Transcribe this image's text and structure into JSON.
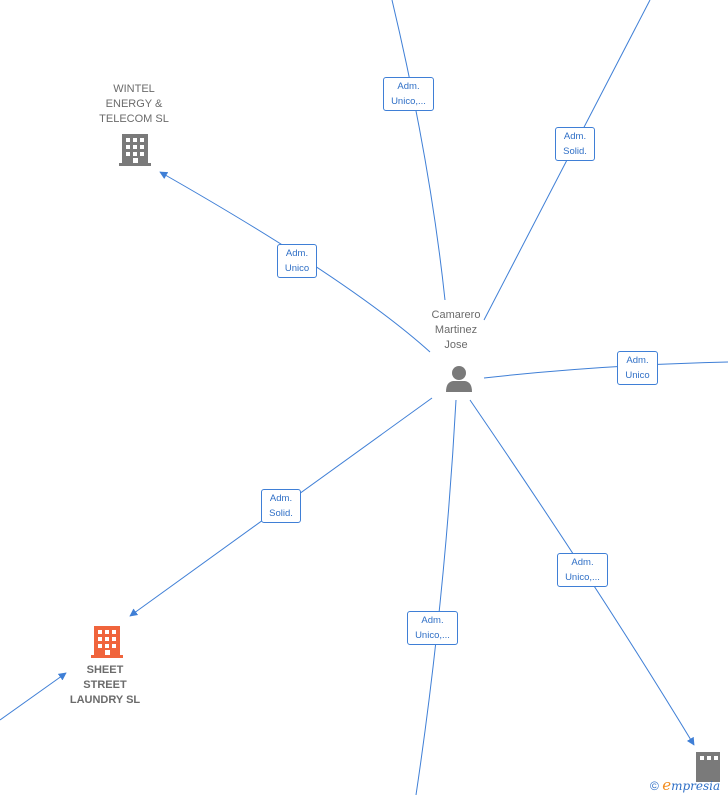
{
  "person": {
    "label": [
      "Camarero",
      "Martinez",
      "Jose"
    ]
  },
  "companies": {
    "wintel": {
      "label": [
        "WINTEL",
        "ENERGY &",
        "TELECOM  SL"
      ],
      "color": "#7a7a7a"
    },
    "sheet": {
      "label": [
        "SHEET",
        "STREET",
        "LAUNDRY  SL"
      ],
      "color": "#f0643c"
    },
    "bottom_right": {
      "color": "#7a7a7a"
    }
  },
  "edges": [
    {
      "id": "edge-top-left",
      "label": [
        "Adm.",
        "Unico,..."
      ]
    },
    {
      "id": "edge-top-right",
      "label": [
        "Adm.",
        "Solid."
      ]
    },
    {
      "id": "edge-wintel",
      "label": [
        "Adm.",
        "Unico"
      ]
    },
    {
      "id": "edge-right",
      "label": [
        "Adm.",
        "Unico"
      ]
    },
    {
      "id": "edge-sheet",
      "label": [
        "Adm.",
        "Solid."
      ]
    },
    {
      "id": "edge-bottom-right",
      "label": [
        "Adm.",
        "Unico,..."
      ]
    },
    {
      "id": "edge-bottom",
      "label": [
        "Adm.",
        "Unico,..."
      ]
    }
  ],
  "colors": {
    "edge": "#3f7fd6",
    "person_icon": "#7a7a7a"
  },
  "copyright": {
    "symbol": "©",
    "brand_initial": "e",
    "brand_rest": "mpresia"
  }
}
